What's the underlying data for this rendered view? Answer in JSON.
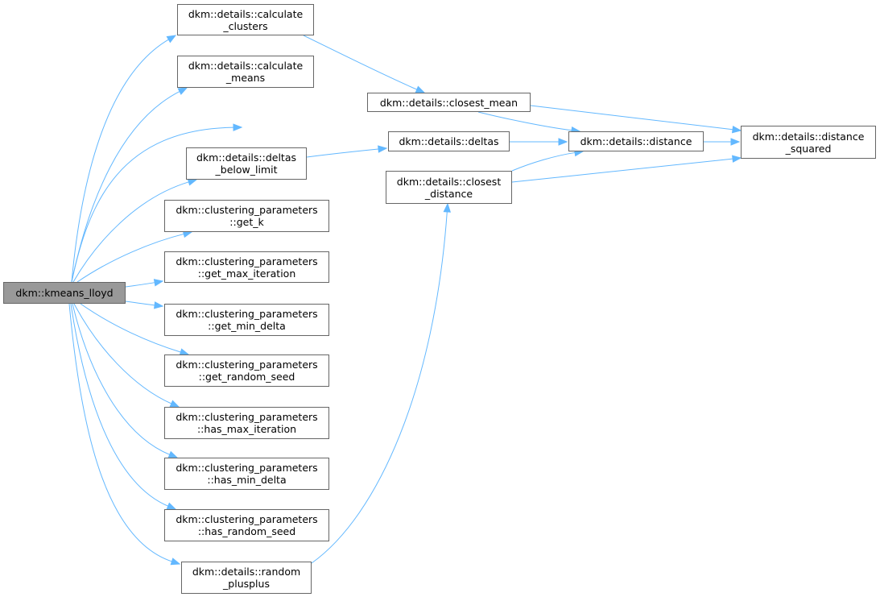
{
  "colors": {
    "edge": "#63b8ff",
    "node_border": "#666666",
    "root_fill": "#999999"
  },
  "nodes": {
    "kmeans_lloyd": {
      "lines": [
        "dkm::kmeans_lloyd"
      ]
    },
    "calculate_clusters": {
      "lines": [
        "dkm::details::calculate",
        "_clusters"
      ]
    },
    "calculate_means": {
      "lines": [
        "dkm::details::calculate",
        "_means"
      ]
    },
    "deltas_below_limit": {
      "lines": [
        "dkm::details::deltas",
        "_below_limit"
      ]
    },
    "get_k": {
      "lines": [
        "dkm::clustering_parameters",
        "::get_k"
      ]
    },
    "get_max_iteration": {
      "lines": [
        "dkm::clustering_parameters",
        "::get_max_iteration"
      ]
    },
    "get_min_delta": {
      "lines": [
        "dkm::clustering_parameters",
        "::get_min_delta"
      ]
    },
    "get_random_seed": {
      "lines": [
        "dkm::clustering_parameters",
        "::get_random_seed"
      ]
    },
    "has_max_iteration": {
      "lines": [
        "dkm::clustering_parameters",
        "::has_max_iteration"
      ]
    },
    "has_min_delta": {
      "lines": [
        "dkm::clustering_parameters",
        "::has_min_delta"
      ]
    },
    "has_random_seed": {
      "lines": [
        "dkm::clustering_parameters",
        "::has_random_seed"
      ]
    },
    "random_plusplus": {
      "lines": [
        "dkm::details::random",
        "_plusplus"
      ]
    },
    "closest_mean": {
      "lines": [
        "dkm::details::closest_mean"
      ]
    },
    "deltas": {
      "lines": [
        "dkm::details::deltas"
      ]
    },
    "closest_distance": {
      "lines": [
        "dkm::details::closest",
        "_distance"
      ]
    },
    "distance": {
      "lines": [
        "dkm::details::distance"
      ]
    },
    "distance_squared": {
      "lines": [
        "dkm::details::distance",
        "_squared"
      ]
    }
  },
  "edges": [
    [
      "kmeans_lloyd",
      "calculate_clusters"
    ],
    [
      "kmeans_lloyd",
      "calculate_means"
    ],
    [
      "kmeans_lloyd",
      "deltas"
    ],
    [
      "kmeans_lloyd",
      "deltas_below_limit"
    ],
    [
      "kmeans_lloyd",
      "get_k"
    ],
    [
      "kmeans_lloyd",
      "get_max_iteration"
    ],
    [
      "kmeans_lloyd",
      "get_min_delta"
    ],
    [
      "kmeans_lloyd",
      "get_random_seed"
    ],
    [
      "kmeans_lloyd",
      "has_max_iteration"
    ],
    [
      "kmeans_lloyd",
      "has_min_delta"
    ],
    [
      "kmeans_lloyd",
      "has_random_seed"
    ],
    [
      "kmeans_lloyd",
      "random_plusplus"
    ],
    [
      "calculate_clusters",
      "closest_mean"
    ],
    [
      "closest_mean",
      "distance"
    ],
    [
      "closest_mean",
      "distance_squared"
    ],
    [
      "deltas_below_limit",
      "deltas"
    ],
    [
      "deltas",
      "distance"
    ],
    [
      "distance",
      "distance_squared"
    ],
    [
      "closest_distance",
      "distance"
    ],
    [
      "closest_distance",
      "distance_squared"
    ],
    [
      "random_plusplus",
      "closest_distance"
    ]
  ]
}
